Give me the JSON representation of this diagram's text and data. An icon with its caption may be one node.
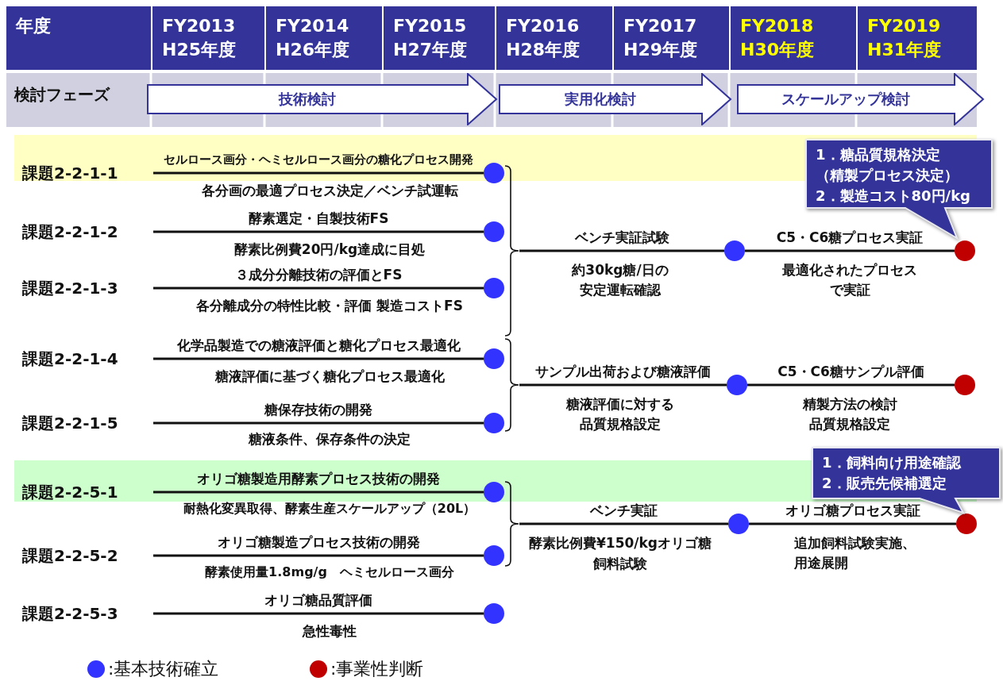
{
  "diagram": {
    "nodes": [
      {
        "text": [
          "年度"
        ]
      },
      {
        "text": [
          "FY2013",
          "H25年度"
        ]
      },
      {
        "text": [
          "FY2014",
          "H26年度"
        ]
      },
      {
        "text": [
          "FY2015",
          "H27年度"
        ]
      },
      {
        "text": [
          "FY2016",
          "H28年度"
        ]
      },
      {
        "text": [
          "FY2017",
          "H29年度"
        ]
      },
      {
        "text": [
          "FY2018",
          "H30年度"
        ]
      },
      {
        "text": [
          "FY2019",
          "H31年度"
        ]
      },
      {
        "text": [
          "検討フェーズ"
        ]
      },
      {
        "text": [
          "技術検討"
        ]
      },
      {
        "text": [
          "実用化検討"
        ]
      },
      {
        "text": [
          "スケールアップ検討"
        ]
      },
      {
        "text": [
          "課題2-2-1-1"
        ]
      },
      {
        "text": [],
        "shape": "circle"
      },
      {
        "text": [
          "課題2-2-1-2"
        ]
      },
      {
        "text": [],
        "shape": "circle"
      },
      {
        "text": [
          "課題2-2-1-3"
        ]
      },
      {
        "text": [],
        "shape": "circle"
      },
      {
        "text": [
          "課題2-2-1-4"
        ]
      },
      {
        "text": [],
        "shape": "circle"
      },
      {
        "text": [
          "課題2-2-1-5"
        ]
      },
      {
        "text": [],
        "shape": "circle"
      },
      {
        "text": [],
        "shape": "brace"
      },
      {
        "text": [],
        "shape": "circle"
      },
      {
        "text": [],
        "shape": "circle"
      },
      {
        "text": [],
        "shape": "brace"
      },
      {
        "text": [],
        "shape": "circle"
      },
      {
        "text": [],
        "shape": "circle"
      },
      {
        "text": [
          "1．糖品質規格決定",
          "（精製プロセス決定）",
          "2．製造コスト80円/kg"
        ]
      },
      {
        "text": [
          "課題2-2-5-1"
        ]
      },
      {
        "text": [],
        "shape": "circle"
      },
      {
        "text": [
          "課題2-2-5-2"
        ]
      },
      {
        "text": [],
        "shape": "circle"
      },
      {
        "text": [
          "課題2-2-5-3"
        ]
      },
      {
        "text": [],
        "shape": "circle"
      },
      {
        "text": [],
        "shape": "brace"
      },
      {
        "text": [],
        "shape": "circle"
      },
      {
        "text": [],
        "shape": "circle"
      },
      {
        "text": [
          "1．飼料向け用途確認",
          "2．販売先候補選定"
        ]
      }
    ],
    "edges": [
      {
        "from": 12,
        "to": 13,
        "arrow": "none",
        "label": "セルロース画分・ヘミセルロース画分の糖化プロセス開発"
      },
      {
        "from": 14,
        "to": 15,
        "arrow": "none",
        "label": "酵素選定・自製技術FS"
      },
      {
        "from": 16,
        "to": 17,
        "arrow": "none",
        "label": "３成分分離技術の評価とFS"
      },
      {
        "from": 18,
        "to": 19,
        "arrow": "none",
        "label": "化学品製造での糖液評価と糖化プロセス最適化"
      },
      {
        "from": 20,
        "to": 21,
        "arrow": "none",
        "label": "糖保存技術の開発"
      },
      {
        "from": 22,
        "to": 23,
        "arrow": "none",
        "label": "ベンチ実証試験"
      },
      {
        "from": 23,
        "to": 24,
        "arrow": "none",
        "label": "C5・C6糖プロセス実証"
      },
      {
        "from": 25,
        "to": 26,
        "arrow": "none",
        "label": "サンプル出荷および糖液評価"
      },
      {
        "from": 26,
        "to": 27,
        "arrow": "none",
        "label": "C5・C6糖サンプル評価"
      },
      {
        "from": 29,
        "to": 30,
        "arrow": "none",
        "label": "オリゴ糖製造用酵素プロセス技術の開発"
      },
      {
        "from": 31,
        "to": 32,
        "arrow": "none",
        "label": "オリゴ糖製造プロセス技術の開発"
      },
      {
        "from": 33,
        "to": 34,
        "arrow": "none",
        "label": "オリゴ糖品質評価"
      },
      {
        "from": 35,
        "to": 36,
        "arrow": "none",
        "label": "ベンチ実証"
      },
      {
        "from": 36,
        "to": 37,
        "arrow": "none",
        "label": "オリゴ糖プロセス実証"
      }
    ],
    "labels": [
      "各分画の最適プロセス決定／ベンチ試運転",
      "酵素比例費20円/kg達成に目処",
      "約30kg糖/日の安定運転確認",
      "最適化されたプロセスで実証",
      "各分離成分の特性比較・評価 製造コストFS",
      "糖液評価に基づく糖化プロセス最適化",
      "糖液評価に対する品質規格設定",
      "精製方法の検討",
      "品質規格設定",
      "糖液条件、保存条件の決定",
      "耐熱化変異取得、酵素生産スケールアップ（20L）",
      "酵素使用量1.8mg/g　ヘミセルロース画分",
      "酵素比例費¥150/kgオリゴ糖",
      "追加飼料試験実施、用途展開",
      "飼料試験",
      "急性毒性"
    ],
    "legend": [
      {
        "text": ":基本技術確立",
        "color": "#3333ff"
      },
      {
        "text": ":事業性判断",
        "color": "#c00000"
      }
    ]
  }
}
